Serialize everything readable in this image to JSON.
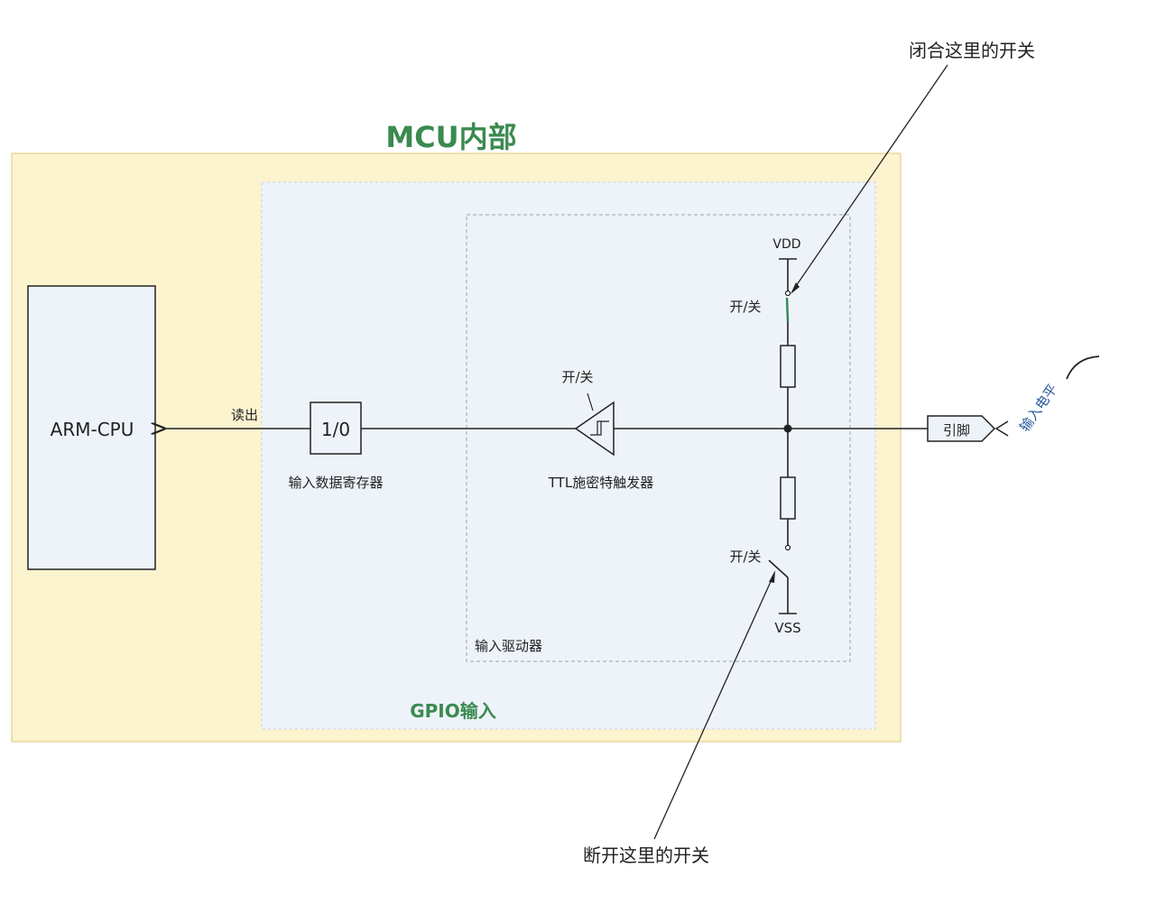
{
  "labels": {
    "mcu_title": "MCU内部",
    "gpio_title": "GPIO输入",
    "driver_label": "输入驱动器",
    "cpu": "ARM-CPU",
    "read_out": "读出",
    "register_value": "1/0",
    "register_label": "输入数据寄存器",
    "schmitt_label": "TTL施密特触发器",
    "schmitt_switch": "开/关",
    "vdd": "VDD",
    "vss": "VSS",
    "top_switch": "开/关",
    "bottom_switch": "开/关",
    "pin": "引脚",
    "input_level": "输入电平",
    "callout_close": "闭合这里的开关",
    "callout_open": "断开这里的开关"
  },
  "colors": {
    "mcu_bg": "#fcf3cf",
    "mcu_border": "#e2cf8a",
    "gpio_bg": "#eef3fa",
    "title_green": "#3a8a4f",
    "closed_switch": "#2e8b4e",
    "input_level_blue": "#2a5b9e"
  },
  "switch_state": {
    "pull_up": "closed",
    "pull_down": "open"
  }
}
